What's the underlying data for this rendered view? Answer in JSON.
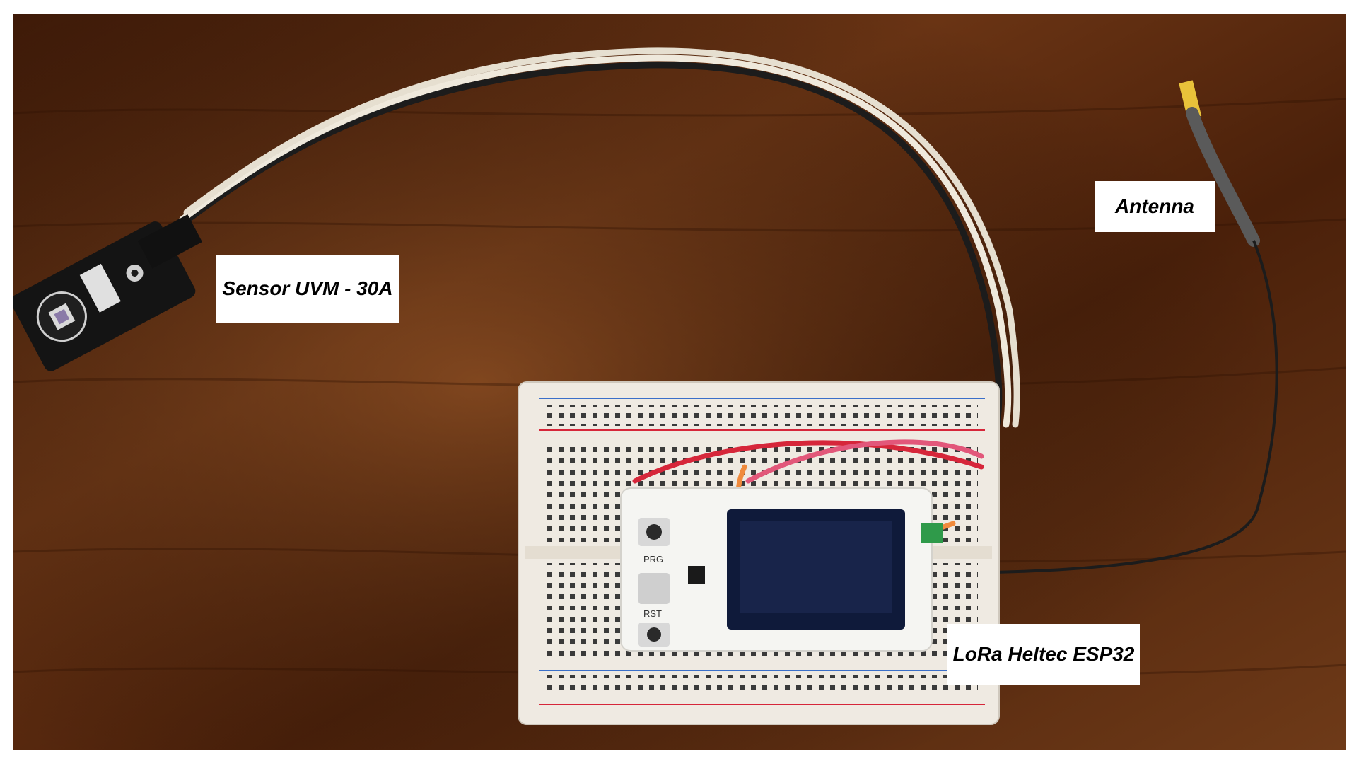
{
  "labels": {
    "sensor": "Sensor UVM - 30A",
    "antenna": "Antenna",
    "board": "LoRa Heltec ESP32"
  },
  "board": {
    "button_prg": "PRG",
    "button_rst": "RST"
  },
  "colors": {
    "table": "#5a2a10",
    "breadboard": "#efeae2",
    "wire_white": "#efe9dc",
    "wire_black": "#1c1c1c",
    "wire_red": "#d6263a",
    "wire_pink": "#e2577a",
    "wire_orange": "#f08a3c",
    "oled": "#0f1a3a",
    "antenna_tip": "#e8c23a"
  },
  "icons": {
    "uv_sensor": "uv-sensor-icon",
    "antenna": "antenna-icon",
    "microcontroller": "microcontroller-icon"
  }
}
